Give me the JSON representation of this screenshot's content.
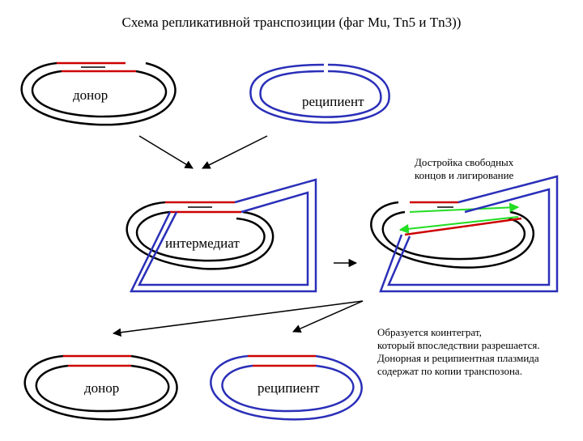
{
  "title": "Схема репликативной транспозиции (фаг Mu, Tn5 и Tn3))",
  "labels": {
    "donor_top": "донор",
    "recipient_top": "реципиент",
    "intermediate": "интермедиат",
    "donor_bottom": "донор",
    "recipient_bottom": "реципиент"
  },
  "note_repair": [
    "Достройка свободных",
    "концов и лигирование"
  ],
  "note_cointegrate": [
    "Образуется коинтеграт,",
    "который впоследствии разрешается.",
    "Донорная и реципиентная плазмида",
    "содержат по копии транспозона."
  ],
  "colors": {
    "donor": "#000000",
    "recipient": "#2a2fb8",
    "transposon": "#cc0000",
    "replicated": "#22dd22"
  }
}
